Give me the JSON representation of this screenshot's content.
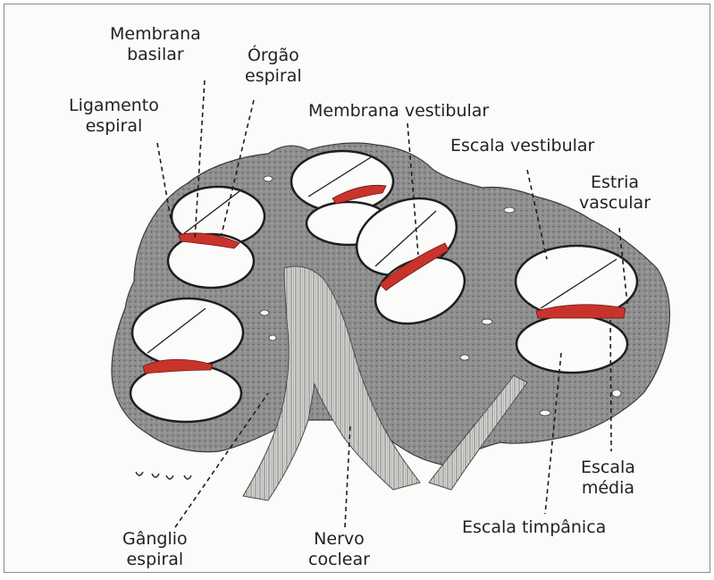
{
  "figure": {
    "labels": {
      "membrana_basilar": [
        "Membrana",
        "basilar"
      ],
      "orgao_espiral": [
        "Órgão",
        "espiral"
      ],
      "ligamento_espiral": [
        "Ligamento",
        "espiral"
      ],
      "membrana_vestibular": "Membrana vestibular",
      "escala_vestibular": "Escala vestibular",
      "estria_vascular": [
        "Estria",
        "vascular"
      ],
      "escala_media": [
        "Escala",
        "média"
      ],
      "escala_timpanica": "Escala timpânica",
      "ganglio_espiral": [
        "Gânglio",
        "espiral"
      ],
      "nervo_coclear": [
        "Nervo",
        "coclear"
      ]
    },
    "colors": {
      "tissue": "#8f8f8f",
      "duct_red": "#c8342c",
      "line": "#1e1e1e",
      "background": "#fbfbf9"
    }
  }
}
